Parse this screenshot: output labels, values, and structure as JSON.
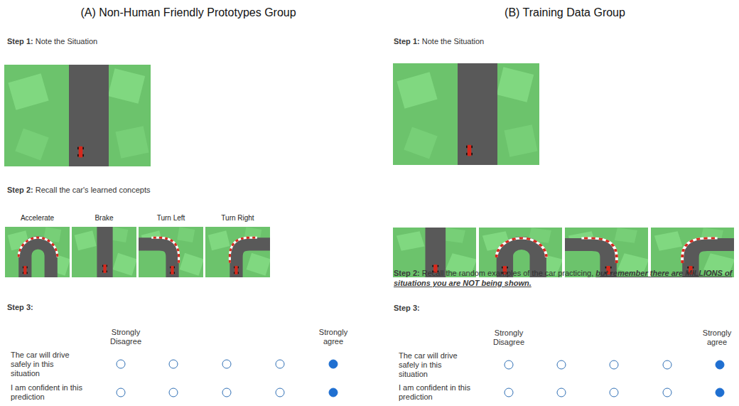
{
  "diagram": {
    "nodes": [
      {
        "text": [
          "Accelerate"
        ]
      },
      {
        "text": [
          "Brake"
        ]
      },
      {
        "text": [
          "Turn Left"
        ]
      },
      {
        "text": [
          "Turn Right"
        ]
      }
    ],
    "labels": [
      "(A) Non-Human Friendly Prototypes Group",
      "(B) Training Data Group",
      "Step 1:",
      "Note the Situation",
      "Step 2:",
      "Recall the car's learned concepts",
      "Step 3:",
      "Strongly Disagree",
      "Strongly agree",
      "The car will drive safely in this situation",
      "I am confident in this prediction",
      "Step 1:",
      "Note the Situation",
      "Step 2:",
      "Recall the random examples of the car practicing,",
      "but remember there are MILLIONS of situations you are NOT being shown.",
      "Step 3:",
      "Strongly Disagree",
      "Strongly agree",
      "The car will drive safely in this situation",
      "I am confident in this prediction"
    ]
  }
}
